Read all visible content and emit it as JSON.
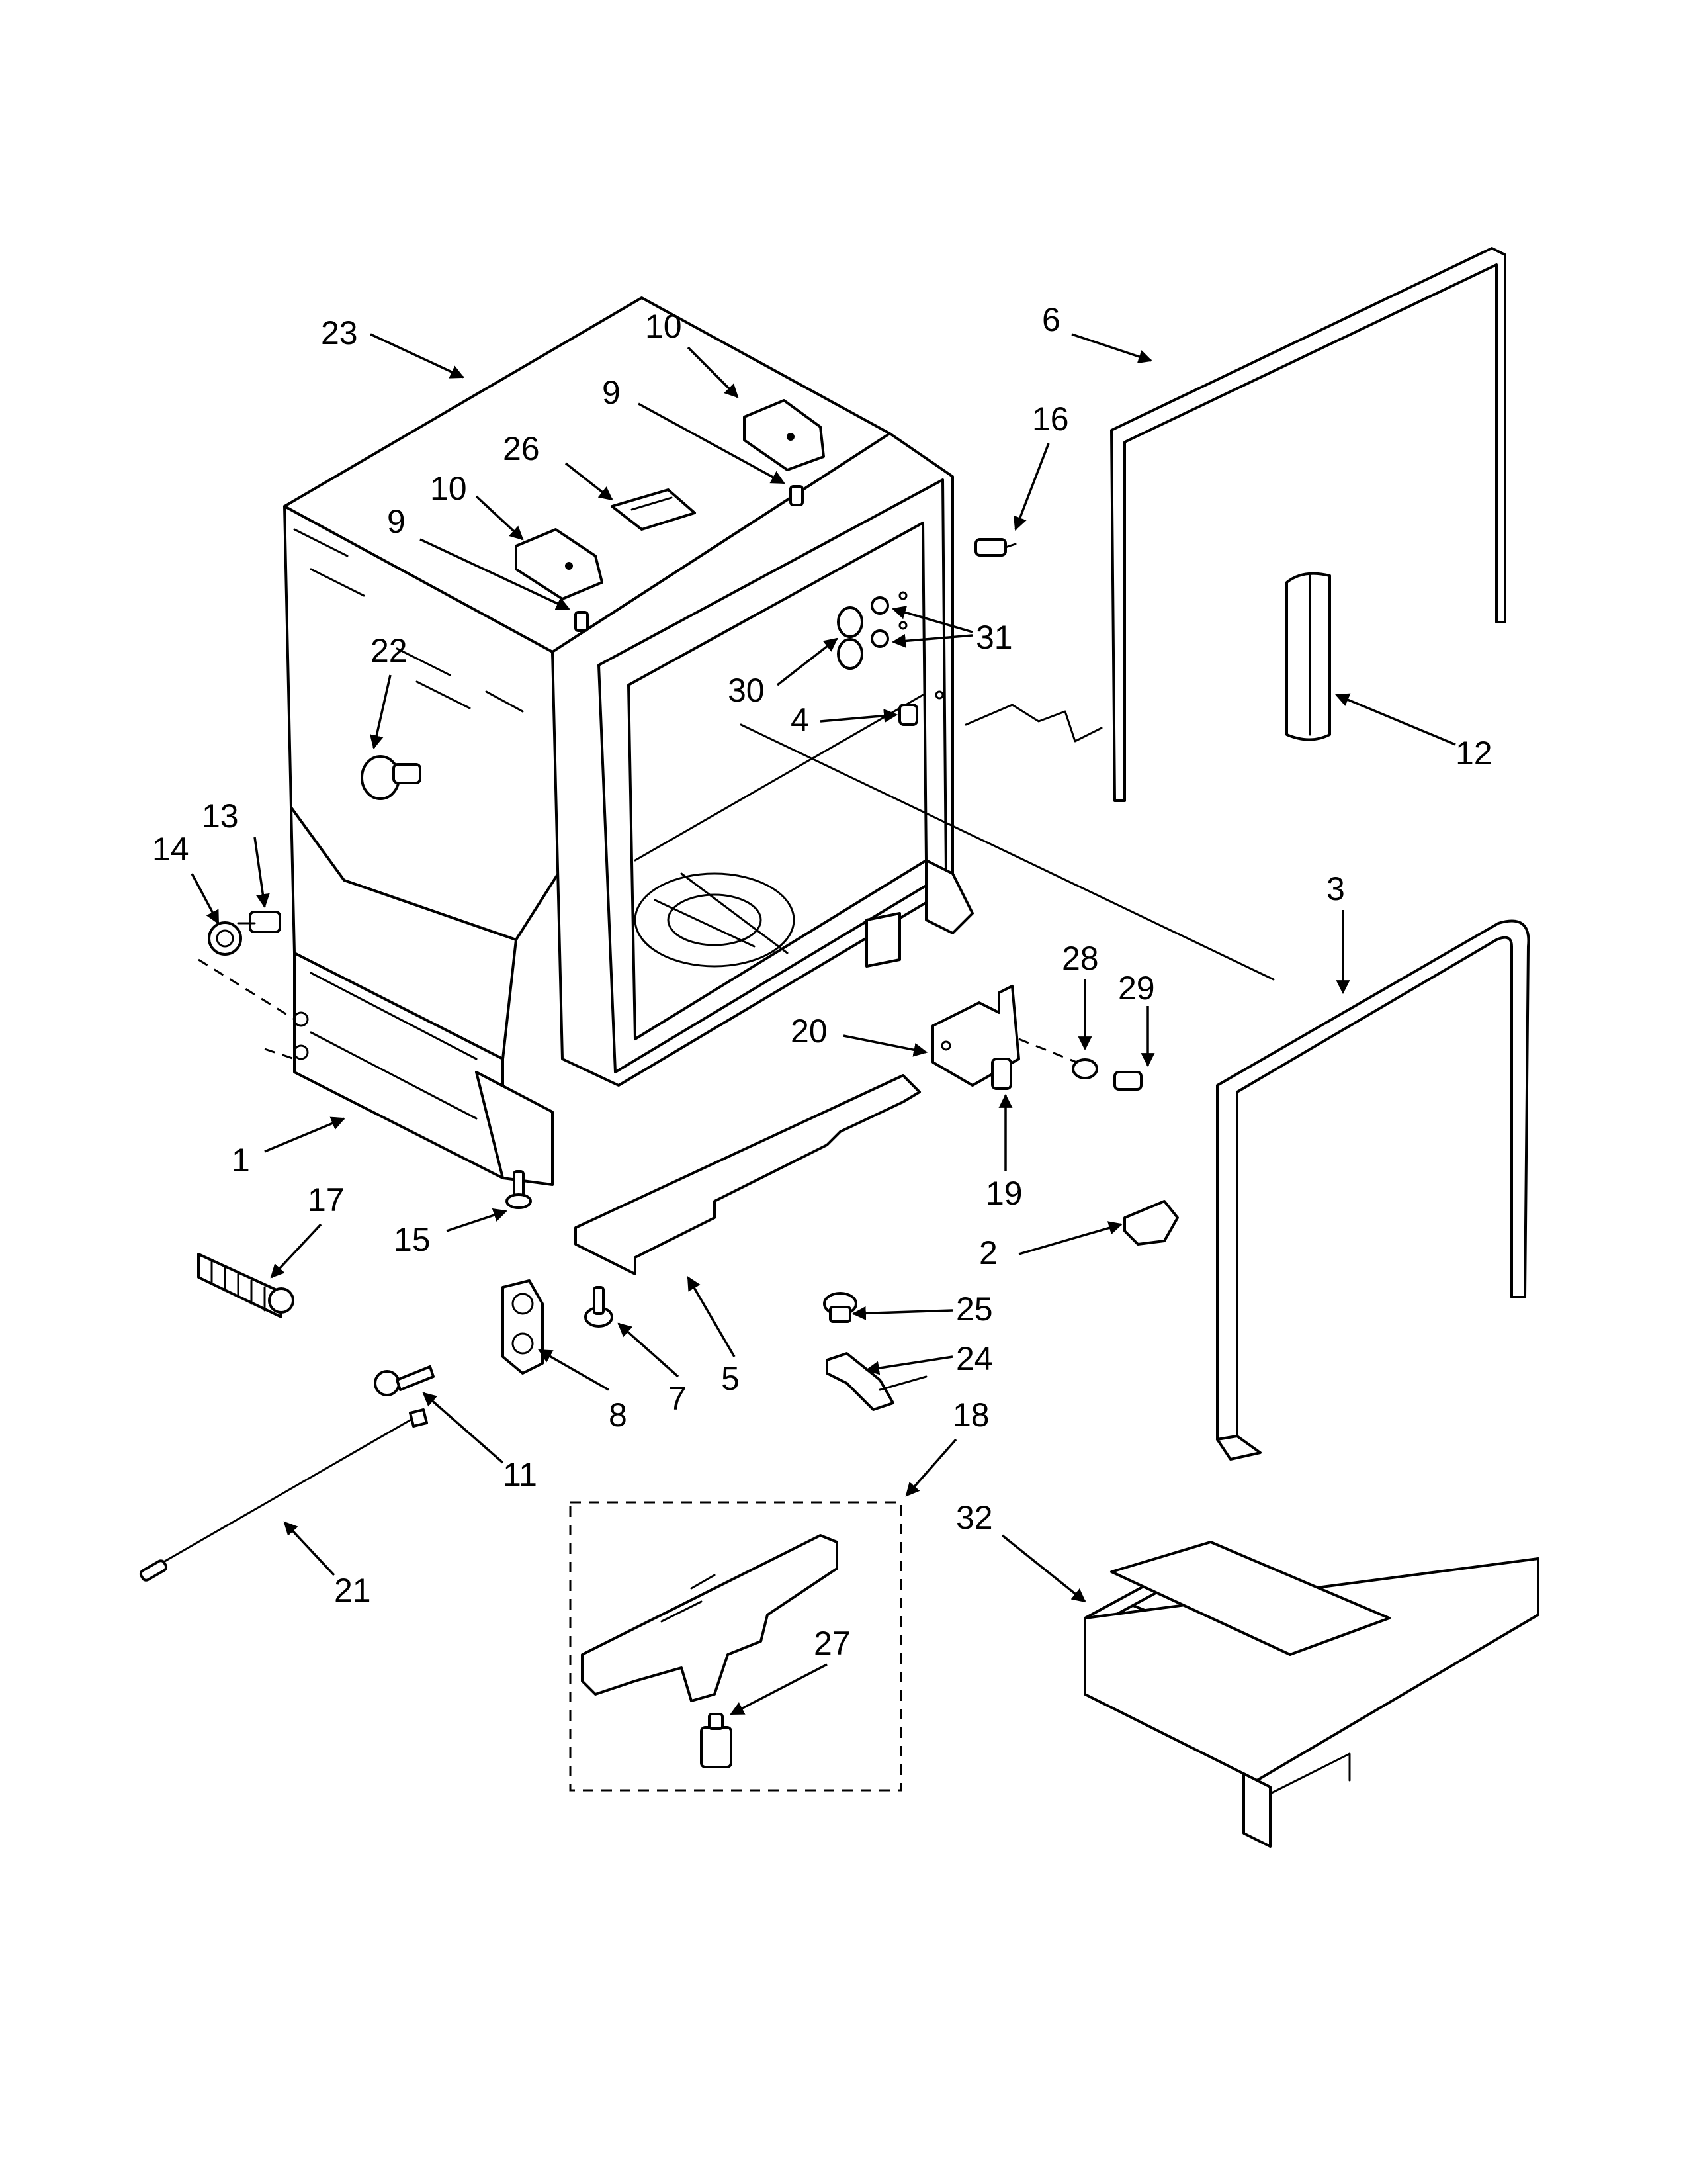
{
  "callouts": [
    {
      "id": "c1",
      "text": "1"
    },
    {
      "id": "c2",
      "text": "2"
    },
    {
      "id": "c3",
      "text": "3"
    },
    {
      "id": "c4",
      "text": "4"
    },
    {
      "id": "c5",
      "text": "5"
    },
    {
      "id": "c6",
      "text": "6"
    },
    {
      "id": "c7",
      "text": "7"
    },
    {
      "id": "c8",
      "text": "8"
    },
    {
      "id": "c9a",
      "text": "9"
    },
    {
      "id": "c9b",
      "text": "9"
    },
    {
      "id": "c10a",
      "text": "10"
    },
    {
      "id": "c10b",
      "text": "10"
    },
    {
      "id": "c11",
      "text": "11"
    },
    {
      "id": "c12",
      "text": "12"
    },
    {
      "id": "c13",
      "text": "13"
    },
    {
      "id": "c14",
      "text": "14"
    },
    {
      "id": "c15",
      "text": "15"
    },
    {
      "id": "c16",
      "text": "16"
    },
    {
      "id": "c17",
      "text": "17"
    },
    {
      "id": "c18",
      "text": "18"
    },
    {
      "id": "c19",
      "text": "19"
    },
    {
      "id": "c20",
      "text": "20"
    },
    {
      "id": "c21",
      "text": "21"
    },
    {
      "id": "c22",
      "text": "22"
    },
    {
      "id": "c23",
      "text": "23"
    },
    {
      "id": "c24",
      "text": "24"
    },
    {
      "id": "c25",
      "text": "25"
    },
    {
      "id": "c26",
      "text": "26"
    },
    {
      "id": "c27",
      "text": "27"
    },
    {
      "id": "c28",
      "text": "28"
    },
    {
      "id": "c29",
      "text": "29"
    },
    {
      "id": "c30",
      "text": "30"
    },
    {
      "id": "c31",
      "text": "31"
    },
    {
      "id": "c32",
      "text": "32"
    }
  ]
}
